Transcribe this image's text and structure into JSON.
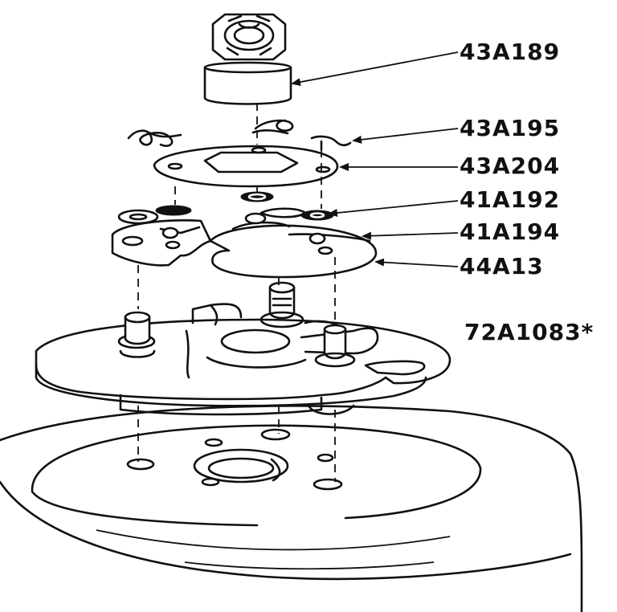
{
  "diagram": {
    "labels": [
      {
        "id": "l1",
        "text": "43A189"
      },
      {
        "id": "l2",
        "text": "43A195"
      },
      {
        "id": "l3",
        "text": "43A204"
      },
      {
        "id": "l4",
        "text": "41A192"
      },
      {
        "id": "l5",
        "text": "41A194"
      },
      {
        "id": "l6",
        "text": "44A13"
      },
      {
        "id": "l7",
        "text": "72A1083*"
      }
    ]
  }
}
